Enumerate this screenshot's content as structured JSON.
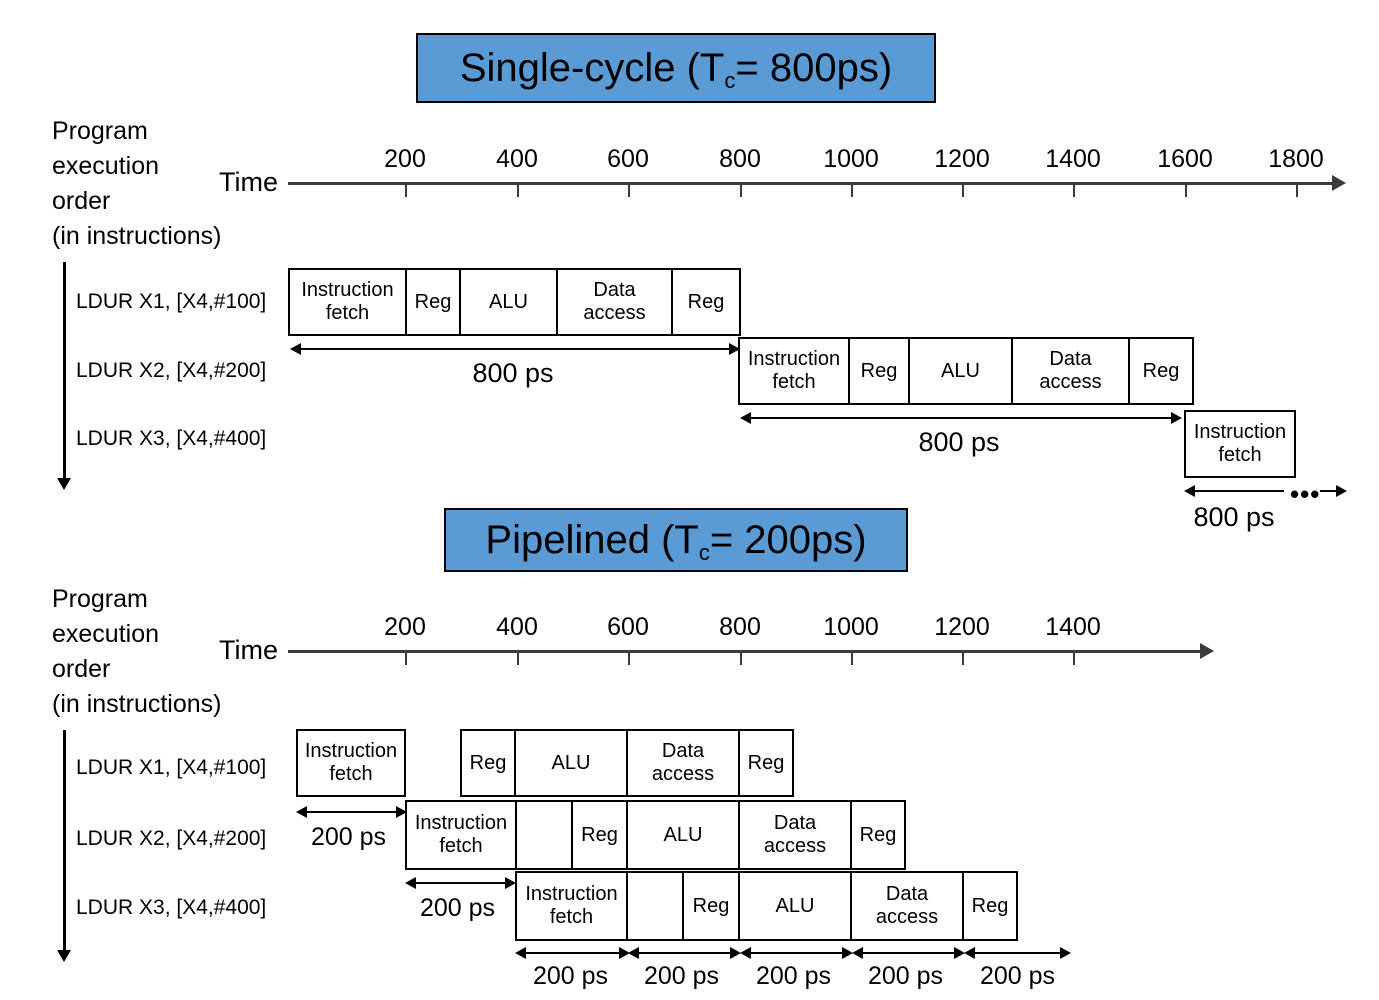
{
  "figure": {
    "title_top": "Single-cycle (Tc= 800ps)",
    "title_bottom": "Pipelined (Tc= 200ps)"
  },
  "top": {
    "banner": {
      "text_main": "Single-cycle (T",
      "text_sub": "c",
      "text_tail": "= 800ps)"
    },
    "side_heading": {
      "line1": "Program",
      "line2": "execution",
      "line3": "order",
      "line4": "(in instructions)"
    },
    "time_label": "Time",
    "axis": {
      "ticks": [
        "200",
        "400",
        "600",
        "800",
        "1000",
        "1200",
        "1400",
        "1600",
        "1800"
      ],
      "unit": "ps",
      "start": 0,
      "end": 1800
    },
    "instructions": [
      "LDUR X1, [X4,#100]",
      "LDUR X2, [X4,#200]",
      "LDUR X3, [X4,#400]"
    ],
    "rows": [
      {
        "instruction": "LDUR X1, [X4,#100]",
        "stages": [
          "Instruction\nfetch",
          "Reg",
          "ALU",
          "Data\naccess",
          "Reg"
        ],
        "measure": "800 ps"
      },
      {
        "instruction": "LDUR X2, [X4,#200]",
        "stages": [
          "Instruction\nfetch",
          "Reg",
          "ALU",
          "Data\naccess",
          "Reg"
        ],
        "measure": "800 ps"
      },
      {
        "instruction": "LDUR X3, [X4,#400]",
        "stages": [
          "Instruction\nfetch"
        ],
        "measure": "800 ps",
        "continues": "•••"
      }
    ]
  },
  "bottom": {
    "banner": {
      "text_main": "Pipelined (T",
      "text_sub": "c",
      "text_tail": "= 200ps)"
    },
    "side_heading": {
      "line1": "Program",
      "line2": "execution",
      "line3": "order",
      "line4": "(in instructions)"
    },
    "time_label": "Time",
    "axis": {
      "ticks": [
        "200",
        "400",
        "600",
        "800",
        "1000",
        "1200",
        "1400"
      ],
      "unit": "ps",
      "start": 0,
      "end": 1400
    },
    "instructions": [
      "LDUR X1, [X4,#100]",
      "LDUR X2, [X4,#200]",
      "LDUR X3, [X4,#400]"
    ],
    "rows": [
      {
        "instruction": "LDUR X1, [X4,#100]",
        "stages": [
          "Instruction\nfetch",
          "Reg",
          "ALU",
          "Data\naccess",
          "Reg"
        ],
        "measure": "200 ps"
      },
      {
        "instruction": "LDUR X2, [X4,#200]",
        "stages": [
          "Instruction\nfetch",
          "",
          "Reg",
          "ALU",
          "Data\naccess",
          "Reg"
        ],
        "measure": "200 ps"
      },
      {
        "instruction": "LDUR X3, [X4,#400]",
        "stages": [
          "Instruction\nfetch",
          "",
          "Reg",
          "ALU",
          "Data\naccess",
          "Reg"
        ],
        "measure": "200 ps"
      }
    ],
    "stage_measures": [
      "200 ps",
      "200 ps",
      "200 ps",
      "200 ps",
      "200 ps"
    ]
  },
  "colors": {
    "banner_fill": "#5B9BD5",
    "banner_border": "#000000",
    "box_border": "#000000",
    "axis": "#3b3b3b",
    "text": "#000000"
  }
}
